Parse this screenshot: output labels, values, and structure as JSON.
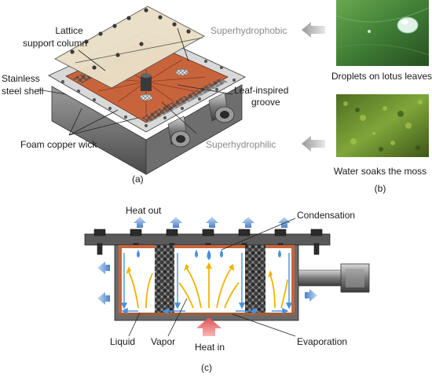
{
  "panel_a": {
    "tag": "(a)",
    "labels": {
      "lattice_line1": "Lattice",
      "lattice_line2": "support column",
      "stainless_line1": "Stainless",
      "stainless_line2": "steel shell",
      "leaf_line1": "Leaf-inspired",
      "leaf_line2": "groove",
      "foam": "Foam copper wick",
      "superhydrophobic": "Superhydrophobic",
      "superhydrophilic": "Superhydrophilic"
    }
  },
  "panel_b": {
    "tag": "(b)",
    "caption_top": "Droplets on lotus leaves",
    "caption_bottom": "Water soaks the moss"
  },
  "panel_c": {
    "tag": "(c)",
    "labels": {
      "heat_out": "Heat out",
      "condensation": "Condensation",
      "liquid": "Liquid",
      "vapor": "Vapor",
      "heat_in": "Heat in",
      "evaporation": "Evaporation"
    }
  },
  "colors": {
    "copper": "#c8643c",
    "steel": "#8c8c8c",
    "lotus_green": "#3f8a3a",
    "moss_green": "#5a7a28",
    "heat_in": "#e06060",
    "heat_out": "#6fa0d8",
    "vapor": "#f0b400",
    "liquid": "#4a90d9"
  }
}
